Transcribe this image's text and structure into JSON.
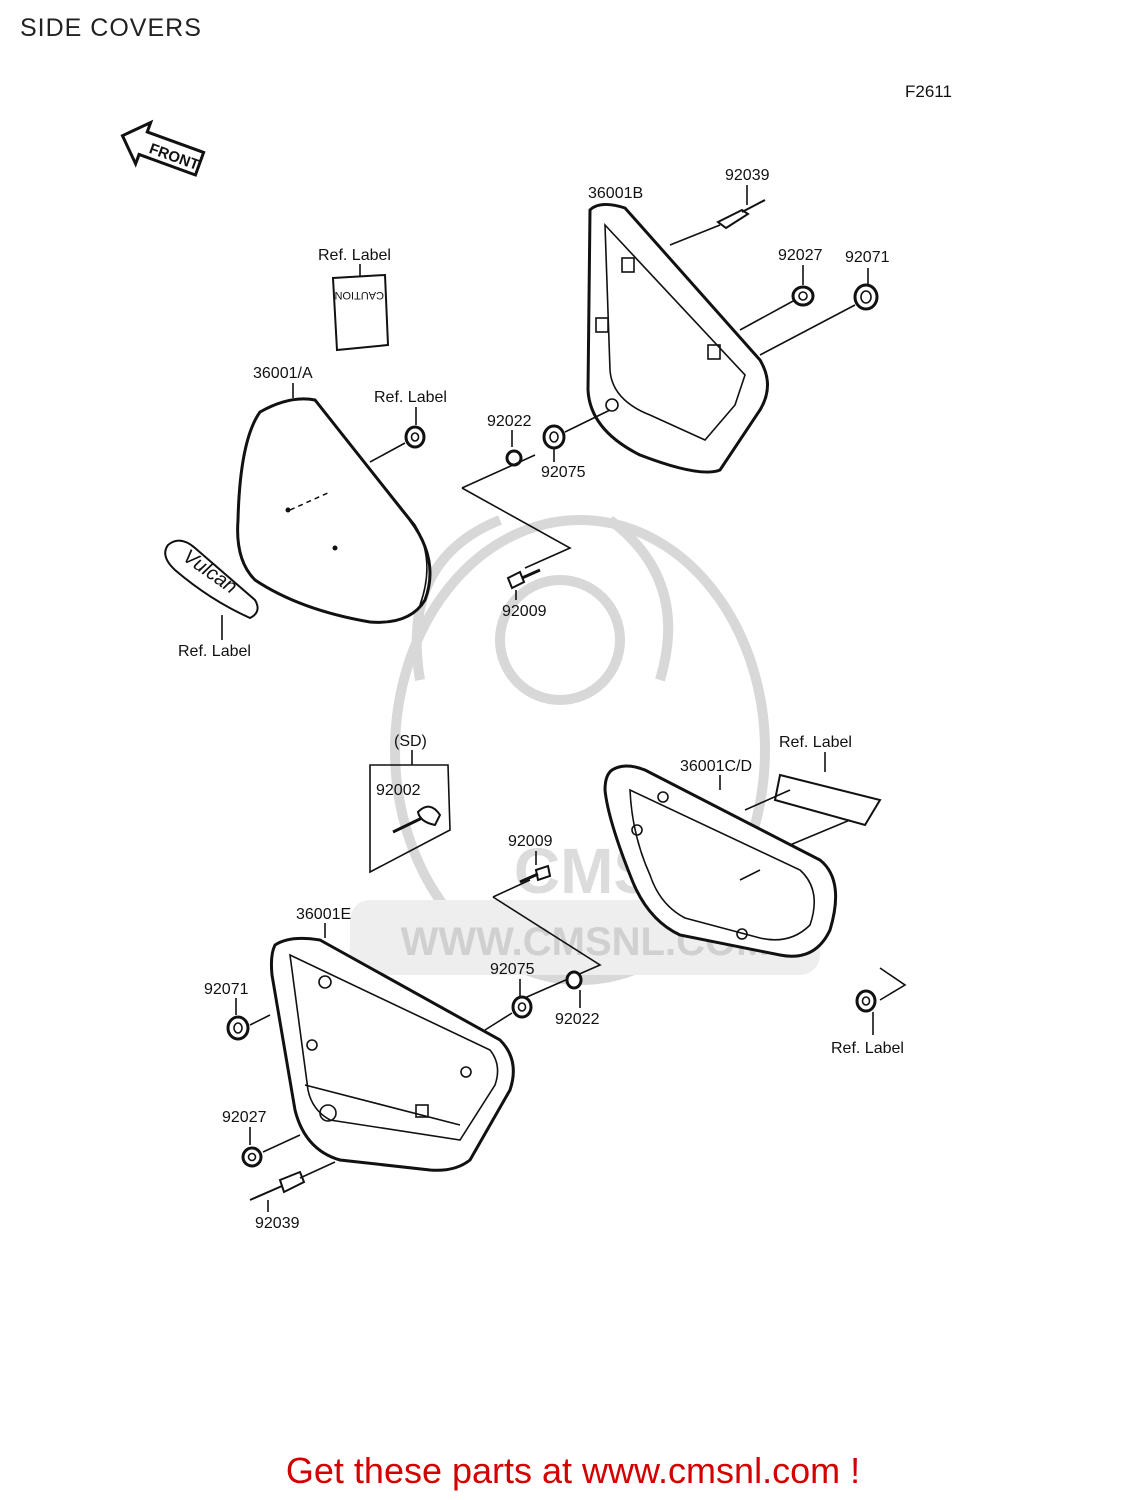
{
  "header": {
    "title": "SIDE COVERS",
    "figure_code": "F2611"
  },
  "diagram": {
    "front_arrow": "FRONT",
    "caution_label": "CAUTION",
    "emblem_text": "Vulcan",
    "watermark": {
      "brand": "CMS",
      "url": "WWW.CMSNL.COM"
    },
    "labels": {
      "p36001b": "36001B",
      "p92039_top": "92039",
      "p92027_top": "92027",
      "p92071_top": "92071",
      "ref_caution": "Ref. Label",
      "p36001a": "36001/A",
      "ref_grommet": "Ref. Label",
      "p92022_top": "92022",
      "p92075_top": "92075",
      "p92009_top": "92009",
      "ref_emblem": "Ref. Label",
      "sd": "(SD)",
      "p92002": "92002",
      "ref_bottom_right": "Ref. Label",
      "p36001cd": "36001C/D",
      "p92009_bottom": "92009",
      "p36001e": "36001E",
      "p92071_bottom": "92071",
      "p92075_bottom": "92075",
      "p92022_bottom": "92022",
      "p92027_bottom": "92027",
      "p92039_bottom": "92039",
      "ref_grommet_bottom": "Ref. Label"
    }
  },
  "footer": {
    "text": "Get these parts at www.cmsnl.com !"
  }
}
